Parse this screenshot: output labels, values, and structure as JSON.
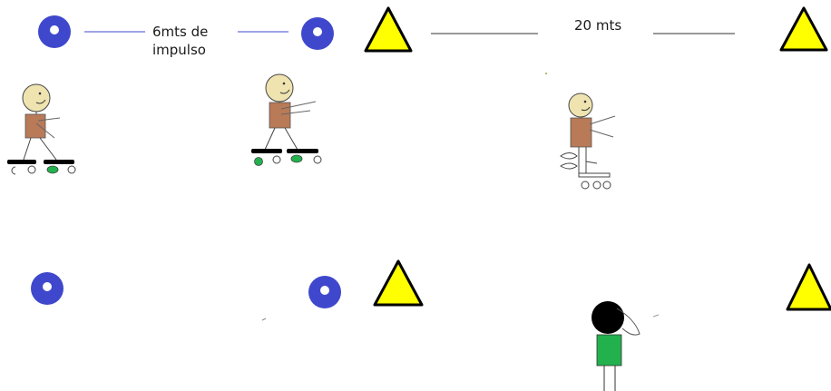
{
  "labels": {
    "impulse_distance": "6mts de",
    "impulse_word": "impulso",
    "run_distance": "20 mts"
  },
  "colors": {
    "cone_blue": "#3f48cc",
    "triangle_yellow": "#ffff00",
    "skin": "#efe4b0",
    "shirt_brown": "#b97a57",
    "wheel_green": "#22b14c",
    "coach_shirt": "#22b14c",
    "line_blue": "#3f48cc"
  },
  "icons": {
    "cone": "blue-disc-cone-icon",
    "marker": "yellow-triangle-marker-icon",
    "skater": "roller-skater-figure",
    "coach": "coach-figure"
  }
}
